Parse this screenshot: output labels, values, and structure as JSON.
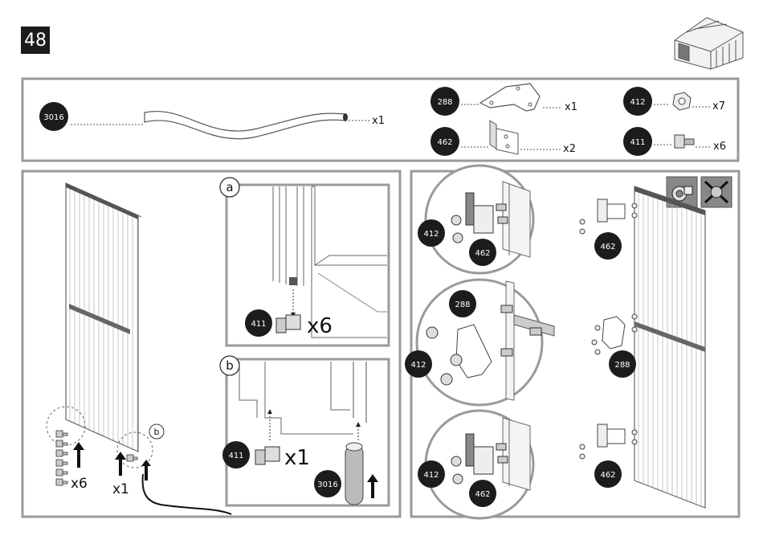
{
  "step_number": "48",
  "parts": {
    "rod": {
      "id": "3016",
      "qty": "x1"
    },
    "plate": {
      "id": "288",
      "qty": "x1"
    },
    "bracket": {
      "id": "462",
      "qty": "x2"
    },
    "nut": {
      "id": "412",
      "qty": "x7"
    },
    "bolt": {
      "id": "411",
      "qty": "x6"
    }
  },
  "left_panel": {
    "bolts_qty": "x6",
    "seal_qty": "x1",
    "callout_b": "b"
  },
  "detail_a": {
    "label": "a",
    "part": "411",
    "qty": "x6"
  },
  "detail_b": {
    "label": "b",
    "part": "411",
    "qty": "x1",
    "seal_part": "3016"
  },
  "right_panel": {
    "top": {
      "nut": "412",
      "bracket": "462",
      "side": "462"
    },
    "middle": {
      "plate": "288",
      "nut": "412",
      "side": "288"
    },
    "bottom": {
      "nut": "412",
      "bracket": "462",
      "side": "462"
    }
  }
}
